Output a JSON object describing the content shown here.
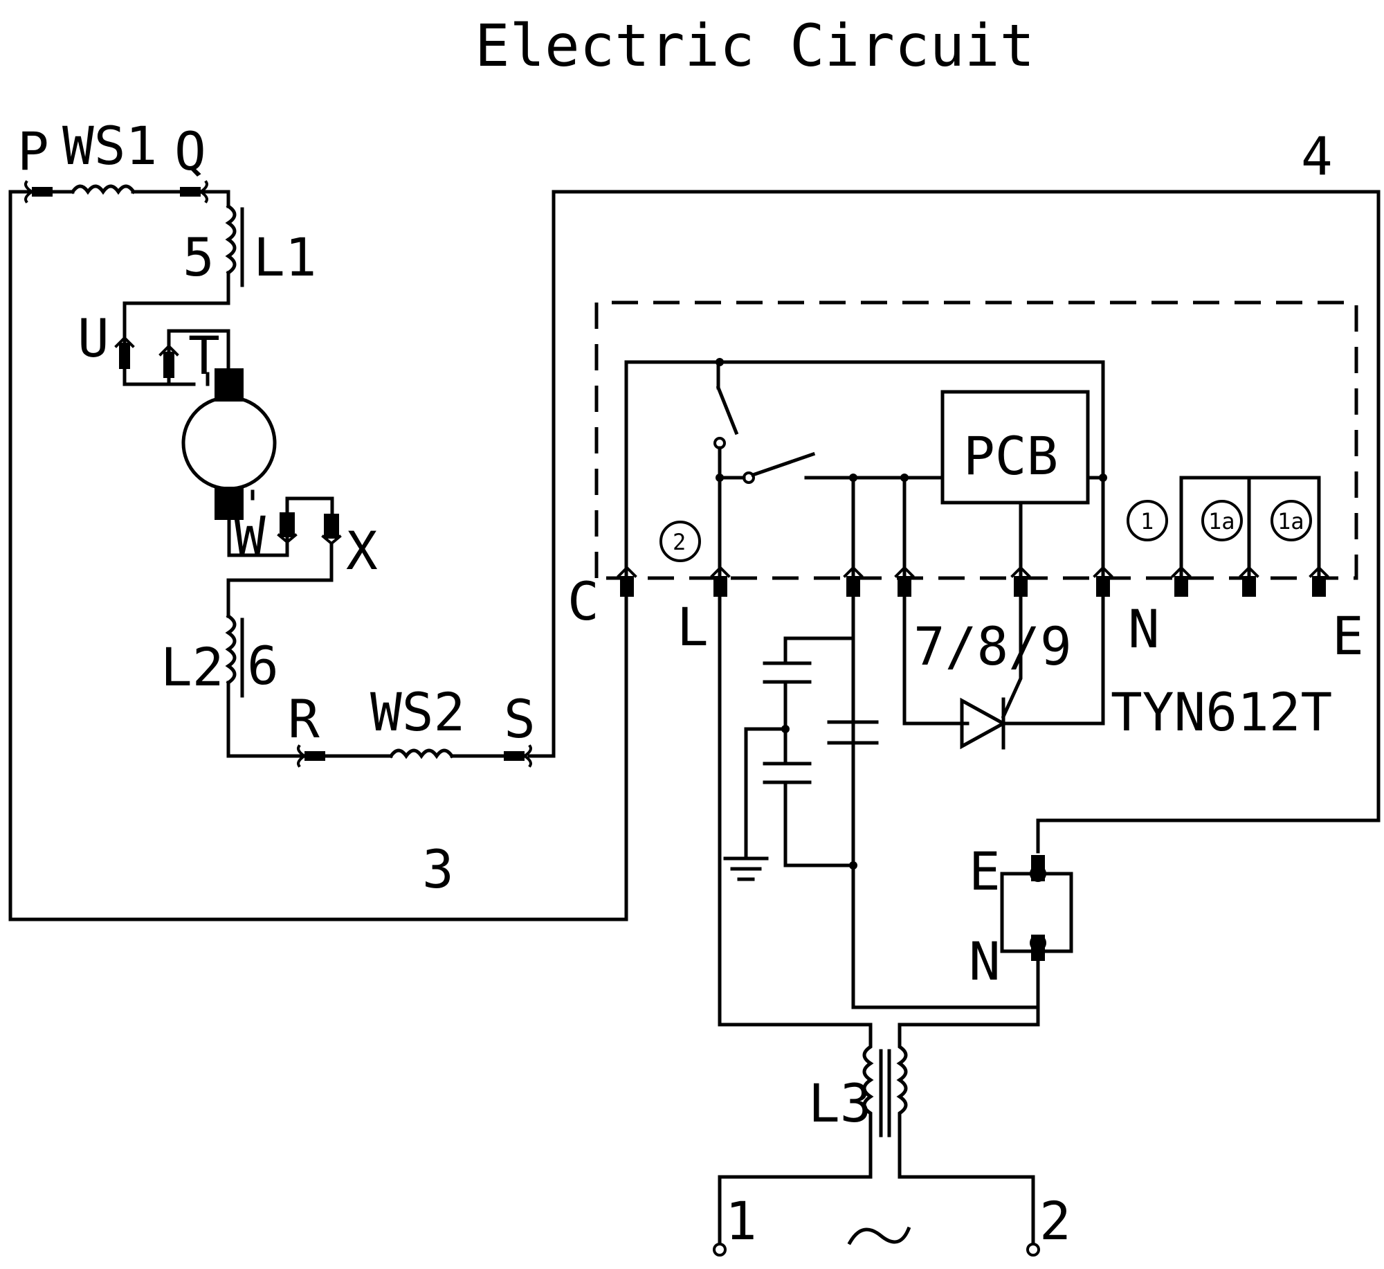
{
  "title": "Electric Circuit",
  "labels": {
    "P": "P",
    "WS1": "WS1",
    "Q": "Q",
    "L1": "L1",
    "n5": "5",
    "U": "U",
    "T": "T",
    "W": "W",
    "X": "X",
    "L2": "L2",
    "n6": "6",
    "R": "R",
    "WS2": "WS2",
    "S": "S",
    "n3": "3",
    "n4": "4",
    "C": "C",
    "L": "L",
    "N_conn": "N",
    "E_conn": "E",
    "PCB": "PCB",
    "c789": "7/8/9",
    "TYN": "TYN612T",
    "E_block": "E",
    "N_block": "N",
    "L3": "L3",
    "n1": "1",
    "n2": "2",
    "ac": "~"
  },
  "circled": {
    "c2": "2",
    "c1": "1",
    "c1a_1": "1a",
    "c1a_2": "1a"
  }
}
